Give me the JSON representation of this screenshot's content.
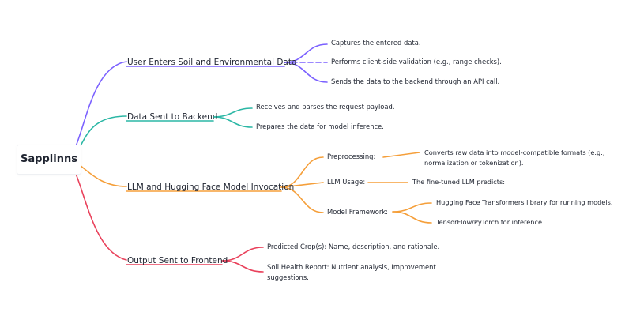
{
  "root": {
    "label": "Sapplinns"
  },
  "colors": {
    "purple": "#7b61ff",
    "teal": "#2bb7a5",
    "orange": "#f59f3a",
    "red": "#e9415b"
  },
  "branches": [
    {
      "label": "User Enters Soil and Environmental Data",
      "color": "#7b61ff",
      "children": [
        {
          "label": "Captures the entered data."
        },
        {
          "label": "Performs client-side validation (e.g., range checks).",
          "dashed": true
        },
        {
          "label": "Sends the data to the backend through an API call."
        }
      ]
    },
    {
      "label": "Data Sent to Backend",
      "color": "#2bb7a5",
      "children": [
        {
          "label": "Receives and parses the request payload."
        },
        {
          "label": "Prepares the data for model inference."
        }
      ]
    },
    {
      "label": "LLM and Hugging Face Model Invocation",
      "color": "#f59f3a",
      "children": [
        {
          "label": "Preprocessing:",
          "children": [
            {
              "lines": [
                "Converts raw data into model-compatible formats (e.g.,",
                "normalization or tokenization)."
              ]
            }
          ]
        },
        {
          "label": "LLM Usage:",
          "children": [
            {
              "lines": [
                "The fine-tuned LLM predicts:"
              ]
            }
          ]
        },
        {
          "label": "Model Framework:",
          "children": [
            {
              "lines": [
                "Hugging Face Transformers library for running models."
              ]
            },
            {
              "lines": [
                "TensorFlow/PyTorch for inference."
              ]
            }
          ]
        }
      ]
    },
    {
      "label": "Output Sent to Frontend",
      "color": "#e9415b",
      "children": [
        {
          "lines": [
            "Predicted Crop(s): Name, description, and rationale."
          ]
        },
        {
          "lines": [
            "Soil Health Report: Nutrient analysis, Improvement",
            "suggestions."
          ]
        }
      ]
    }
  ]
}
